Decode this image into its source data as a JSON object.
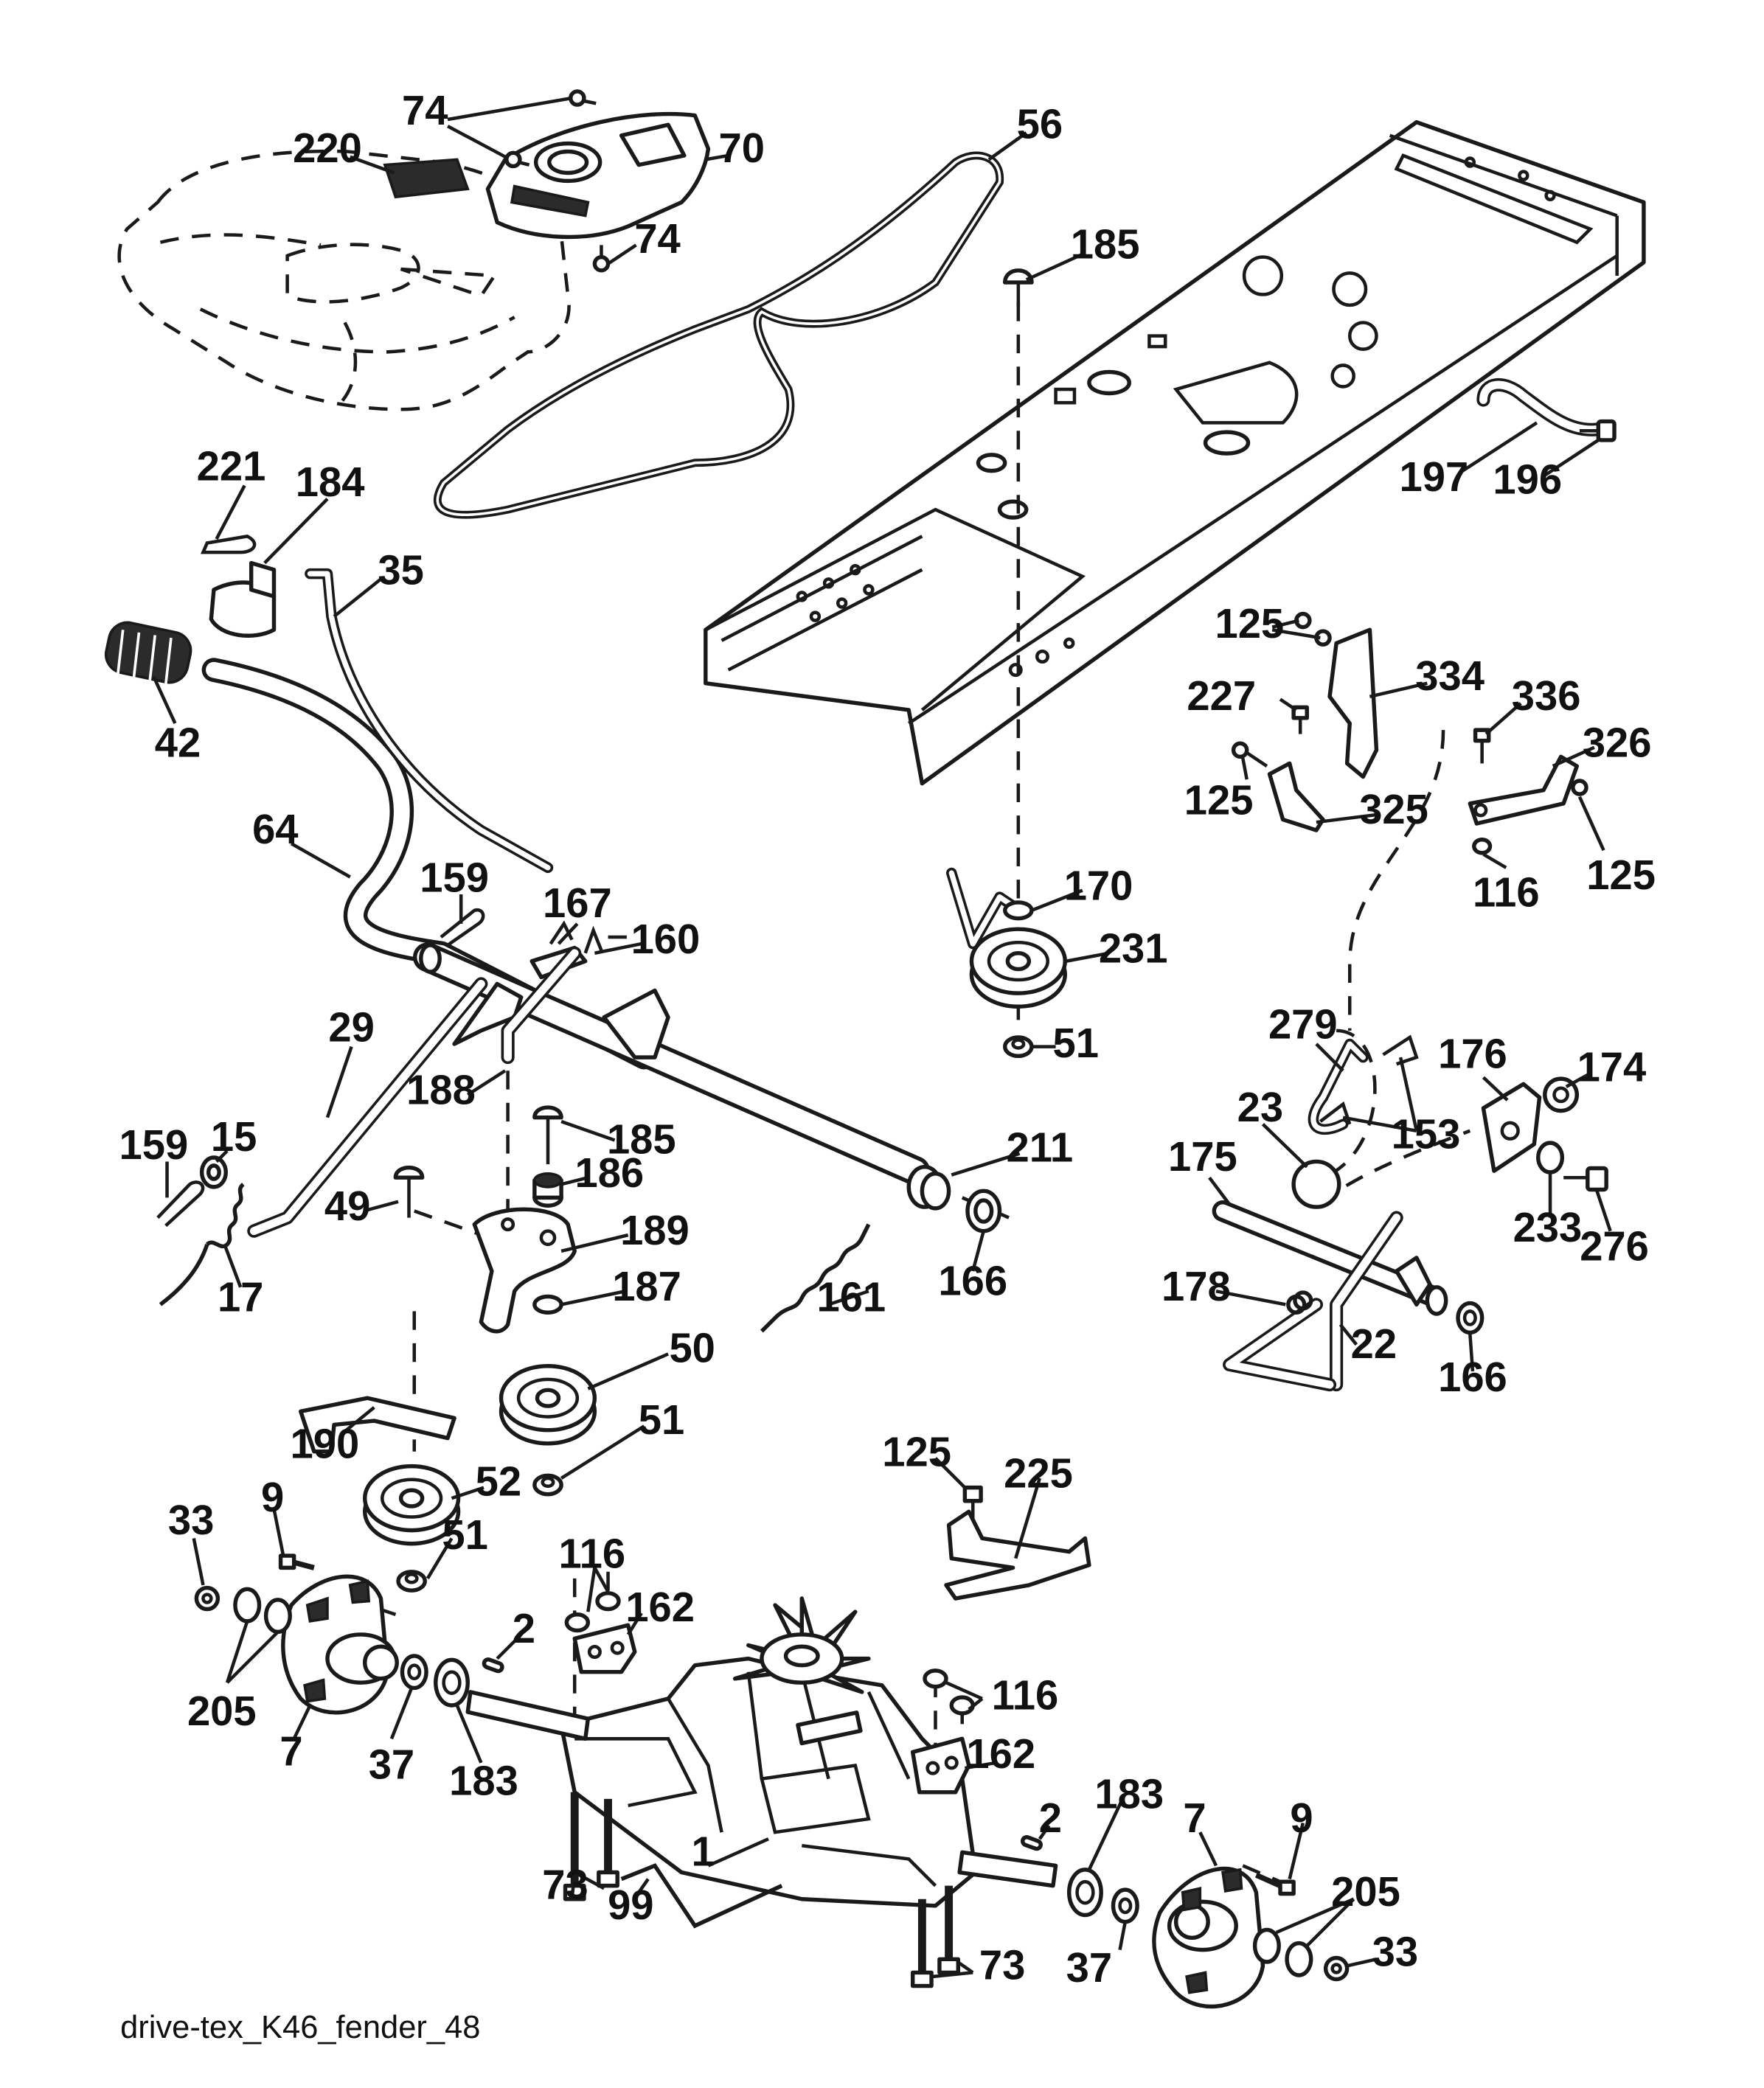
{
  "diagram": {
    "caption": "drive-tex_K46_fender_48",
    "callouts": [
      {
        "id": "74a",
        "text": "74"
      },
      {
        "id": "70",
        "text": "70"
      },
      {
        "id": "220",
        "text": "220"
      },
      {
        "id": "74b",
        "text": "74"
      },
      {
        "id": "56",
        "text": "56"
      },
      {
        "id": "185a",
        "text": "185"
      },
      {
        "id": "197",
        "text": "197"
      },
      {
        "id": "196",
        "text": "196"
      },
      {
        "id": "221",
        "text": "221"
      },
      {
        "id": "184",
        "text": "184"
      },
      {
        "id": "35",
        "text": "35"
      },
      {
        "id": "42",
        "text": "42"
      },
      {
        "id": "125a",
        "text": "125"
      },
      {
        "id": "334",
        "text": "334"
      },
      {
        "id": "227",
        "text": "227"
      },
      {
        "id": "336",
        "text": "336"
      },
      {
        "id": "326",
        "text": "326"
      },
      {
        "id": "125b",
        "text": "125"
      },
      {
        "id": "325",
        "text": "325"
      },
      {
        "id": "116a",
        "text": "116"
      },
      {
        "id": "125c",
        "text": "125"
      },
      {
        "id": "64",
        "text": "64"
      },
      {
        "id": "159a",
        "text": "159"
      },
      {
        "id": "167",
        "text": "167"
      },
      {
        "id": "160",
        "text": "160"
      },
      {
        "id": "170",
        "text": "170"
      },
      {
        "id": "231",
        "text": "231"
      },
      {
        "id": "51a",
        "text": "51"
      },
      {
        "id": "29",
        "text": "29"
      },
      {
        "id": "188",
        "text": "188"
      },
      {
        "id": "279",
        "text": "279"
      },
      {
        "id": "176",
        "text": "176"
      },
      {
        "id": "174",
        "text": "174"
      },
      {
        "id": "23",
        "text": "23"
      },
      {
        "id": "153",
        "text": "153"
      },
      {
        "id": "159b",
        "text": "159"
      },
      {
        "id": "15",
        "text": "15"
      },
      {
        "id": "185b",
        "text": "185"
      },
      {
        "id": "186",
        "text": "186"
      },
      {
        "id": "211",
        "text": "211"
      },
      {
        "id": "175",
        "text": "175"
      },
      {
        "id": "233",
        "text": "233"
      },
      {
        "id": "276",
        "text": "276"
      },
      {
        "id": "49",
        "text": "49"
      },
      {
        "id": "189",
        "text": "189"
      },
      {
        "id": "166a",
        "text": "166"
      },
      {
        "id": "17",
        "text": "17"
      },
      {
        "id": "187",
        "text": "187"
      },
      {
        "id": "161",
        "text": "161"
      },
      {
        "id": "178",
        "text": "178"
      },
      {
        "id": "22",
        "text": "22"
      },
      {
        "id": "166b",
        "text": "166"
      },
      {
        "id": "50",
        "text": "50"
      },
      {
        "id": "51b",
        "text": "51"
      },
      {
        "id": "190",
        "text": "190"
      },
      {
        "id": "52",
        "text": "52"
      },
      {
        "id": "125d",
        "text": "125"
      },
      {
        "id": "225",
        "text": "225"
      },
      {
        "id": "51c",
        "text": "51"
      },
      {
        "id": "33a",
        "text": "33"
      },
      {
        "id": "9a",
        "text": "9"
      },
      {
        "id": "116b",
        "text": "116"
      },
      {
        "id": "162a",
        "text": "162"
      },
      {
        "id": "2a",
        "text": "2"
      },
      {
        "id": "205a",
        "text": "205"
      },
      {
        "id": "116c",
        "text": "116"
      },
      {
        "id": "7a",
        "text": "7"
      },
      {
        "id": "37a",
        "text": "37"
      },
      {
        "id": "183a",
        "text": "183"
      },
      {
        "id": "162b",
        "text": "162"
      },
      {
        "id": "183b",
        "text": "183"
      },
      {
        "id": "9b",
        "text": "9"
      },
      {
        "id": "2b",
        "text": "2"
      },
      {
        "id": "7b",
        "text": "7"
      },
      {
        "id": "1",
        "text": "1"
      },
      {
        "id": "73a",
        "text": "73"
      },
      {
        "id": "99",
        "text": "99"
      },
      {
        "id": "205b",
        "text": "205"
      },
      {
        "id": "33b",
        "text": "33"
      },
      {
        "id": "37b",
        "text": "37"
      },
      {
        "id": "73b",
        "text": "73"
      }
    ]
  }
}
